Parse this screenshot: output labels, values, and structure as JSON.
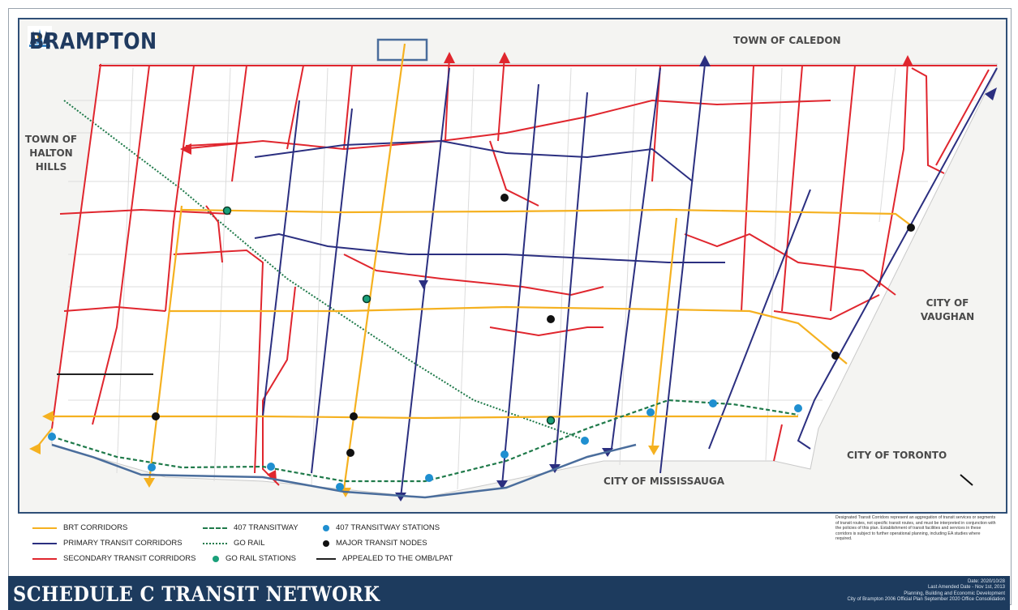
{
  "map": {
    "logo_text": "BRAMPTON",
    "regions": {
      "caledon": "TOWN OF CALEDON",
      "halton_hills": "TOWN OF HALTON HILLS",
      "vaughan": "CITY OF VAUGHAN",
      "toronto": "CITY OF TORONTO",
      "mississauga": "CITY OF MISSISSAUGA"
    },
    "colors": {
      "brt": "#f5b120",
      "primary": "#2b2f80",
      "secondary": "#e0262e",
      "transitway": "#1f7a4a",
      "go_rail": "#1f7a4a",
      "transitway_station": "#1f8fd0",
      "major_node": "#111111",
      "go_station": "#1aa07a",
      "appealed": "#222222",
      "boundary": "#4a6d9c"
    }
  },
  "legend": {
    "brt": "BRT CORRIDORS",
    "primary": "PRIMARY TRANSIT CORRIDORS",
    "secondary": "SECONDARY TRANSIT CORRIDORS",
    "transitway": "407 TRANSITWAY",
    "go_rail": "GO RAIL",
    "go_stations": "GO RAIL STATIONS",
    "transitway_stations": "407 TRANSITWAY STATIONS",
    "major_nodes": "MAJOR TRANSIT NODES",
    "appealed": "APPEALED TO THE OMB/LPAT"
  },
  "note": "Designated Transit Corridors represent an aggregation of transit services or segments of transit routes, not specific transit routes, and must be interpreted in conjunction with the policies of this plan. Establishment of transit facilities and services in these corridors is subject to further operational planning, including EA studies where required.",
  "footer": {
    "title": "SCHEDULE C TRANSIT NETWORK",
    "date": "Date: 2020/10/28",
    "amended": "Last Amended Date - Nov 1st, 2013",
    "dept": "Planning, Building and Economic Development",
    "plan": "City of Brampton 2006 Official Plan September 2020 Office Consolidation"
  }
}
